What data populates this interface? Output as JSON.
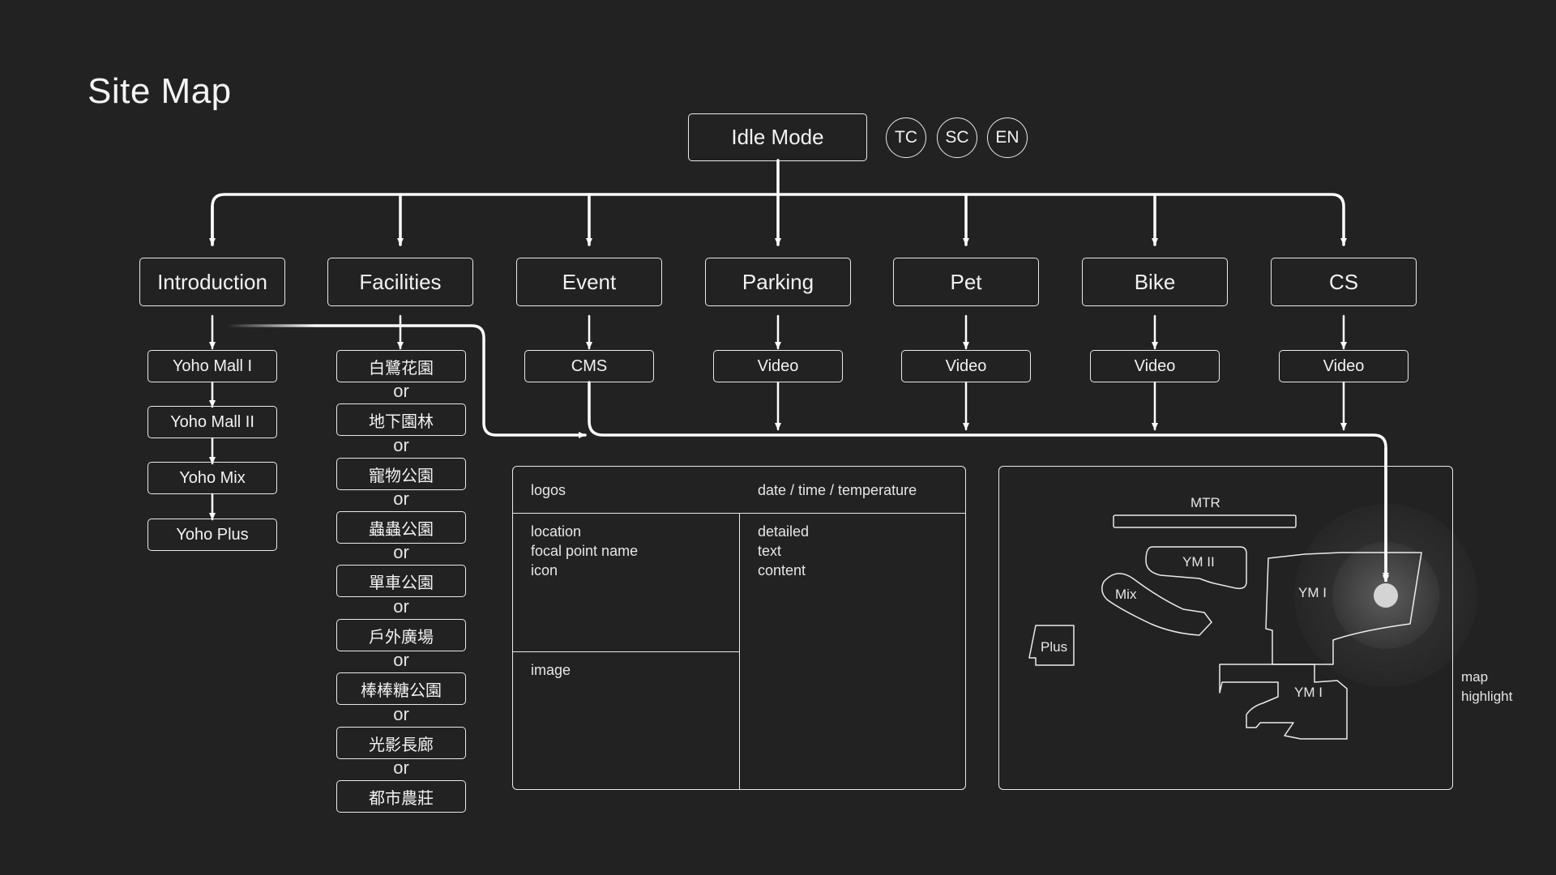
{
  "title": "Site Map",
  "idle_mode": "Idle Mode",
  "languages": [
    "TC",
    "SC",
    "EN"
  ],
  "categories": [
    "Introduction",
    "Facilities",
    "Event",
    "Parking",
    "Pet",
    "Bike",
    "CS"
  ],
  "intro_items": [
    "Yoho Mall I",
    "Yoho Mall II",
    "Yoho Mix",
    "Yoho Plus"
  ],
  "facilities_items": [
    "白鷺花園",
    "地下園林",
    "寵物公園",
    "蟲蟲公園",
    "單車公園",
    "戶外廣場",
    "棒棒糖公園",
    "光影長廊",
    "都市農莊"
  ],
  "or_label": "or",
  "event_item": "CMS",
  "video_label": "Video",
  "detail_panel": {
    "logos": "logos",
    "datetime": "date / time / temperature",
    "location_lines": [
      "location",
      "focal point name",
      "icon"
    ],
    "detail_lines": [
      "detailed",
      "text",
      "content"
    ],
    "image": "image"
  },
  "map_panel": {
    "mtr": "MTR",
    "ym2": "YM II",
    "mix": "Mix",
    "ym1_top": "YM I",
    "ym1_bottom": "YM I",
    "plus": "Plus",
    "highlight_lines": [
      "map",
      "highlight"
    ]
  }
}
